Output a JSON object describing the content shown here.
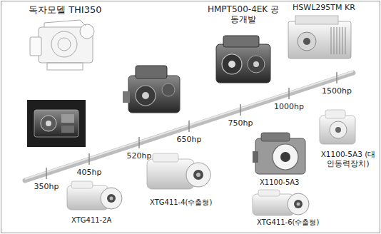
{
  "diagram": {
    "labels": [
      "독자모델 THI350",
      "HMPT500-4EK 공동개발",
      "HSWL295TM KR",
      "1500hp",
      "1000hp",
      "X1100-5A3 (대안동력장치)",
      "750hp",
      "650hp",
      "520hp",
      "X1100-5A3",
      "405hp",
      "350hp",
      "XTG411-4(수출형)",
      "XTG411-2A",
      "XTG411-6(수출형)"
    ]
  }
}
